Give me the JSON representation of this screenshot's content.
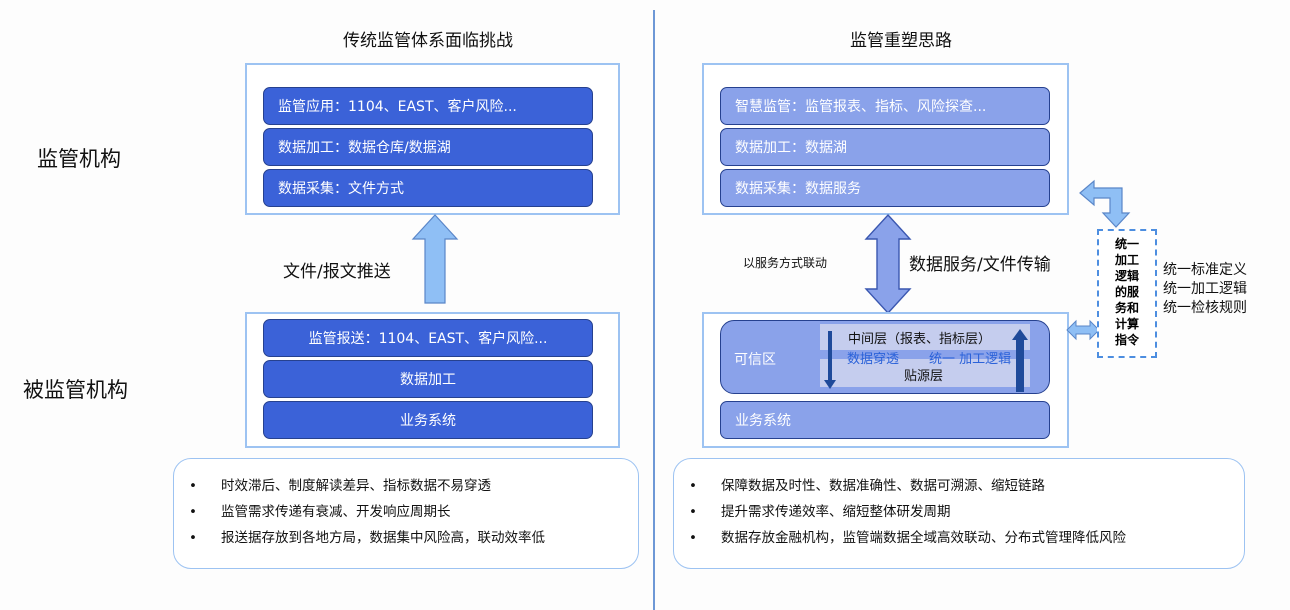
{
  "left": {
    "title": "传统监管体系面临挑战",
    "regulator_label": "监管机构",
    "regulated_label": "被监管机构",
    "regulator_bars": [
      "监管应用：1104、EAST、客户风险...",
      "数据加工：数据仓库/数据湖",
      "数据采集：文件方式"
    ],
    "arrow_label": "文件/报文推送",
    "regulated_bars": [
      "监管报送：1104、EAST、客户风险...",
      "数据加工",
      "业务系统"
    ],
    "bullets": [
      "时效滞后、制度解读差异、指标数据不易穿透",
      "监管需求传递有衰减、开发响应周期长",
      "报送据存放到各地方局，数据集中风险高，联动效率低"
    ]
  },
  "right": {
    "title": "监管重塑思路",
    "regulator_bars": [
      "智慧监管：监管报表、指标、风险探查...",
      "数据加工：数据湖",
      "数据采集：数据服务"
    ],
    "link_label": "以服务方式联动",
    "arrow_label": "数据服务/文件传输",
    "trusted_zone": {
      "label": "可信区",
      "middle_layer": "中间层（报表、指标层）",
      "source_layer": "贴源层",
      "drill_label": "数据穿透",
      "unify_label": "统一 加工逻辑"
    },
    "business_system": "业务系统",
    "service_box": "统一加工逻辑的服务和计算指令",
    "standards": [
      "统一标准定义",
      "统一加工逻辑",
      "统一检核规则"
    ],
    "bullets": [
      "保障数据及时性、数据准确性、数据可溯源、缩短链路",
      "提升需求传递效率、缩短整体研发周期",
      "数据存放金融机构，监管端数据全域高效联动、分布式管理降低风险"
    ]
  },
  "bullet_glyph": "•",
  "colors": {
    "dark_bar": "#3b62d8",
    "light_bar": "#8aa2ea",
    "outline": "#9dc3f2",
    "arrow_fill": "#8fbff5",
    "divider": "#6e98d6",
    "accent_text": "#2b62d9"
  }
}
